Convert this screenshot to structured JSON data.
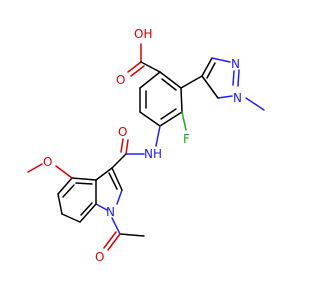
{
  "atom_labels": {
    "carboxylic_oh": "OH",
    "carboxylic_o": "O",
    "amide_o": "O",
    "amide_nh": "NH",
    "fluorine": "F",
    "pyrazole_n1": "N",
    "pyrazole_n2": "N",
    "methoxy_o": "O",
    "indole_n": "N",
    "acetyl_o": "O"
  },
  "colors": {
    "bond": "#000000",
    "oxygen": "#e00000",
    "nitrogen": "#2020ff",
    "fluorine": "#22aa22"
  }
}
